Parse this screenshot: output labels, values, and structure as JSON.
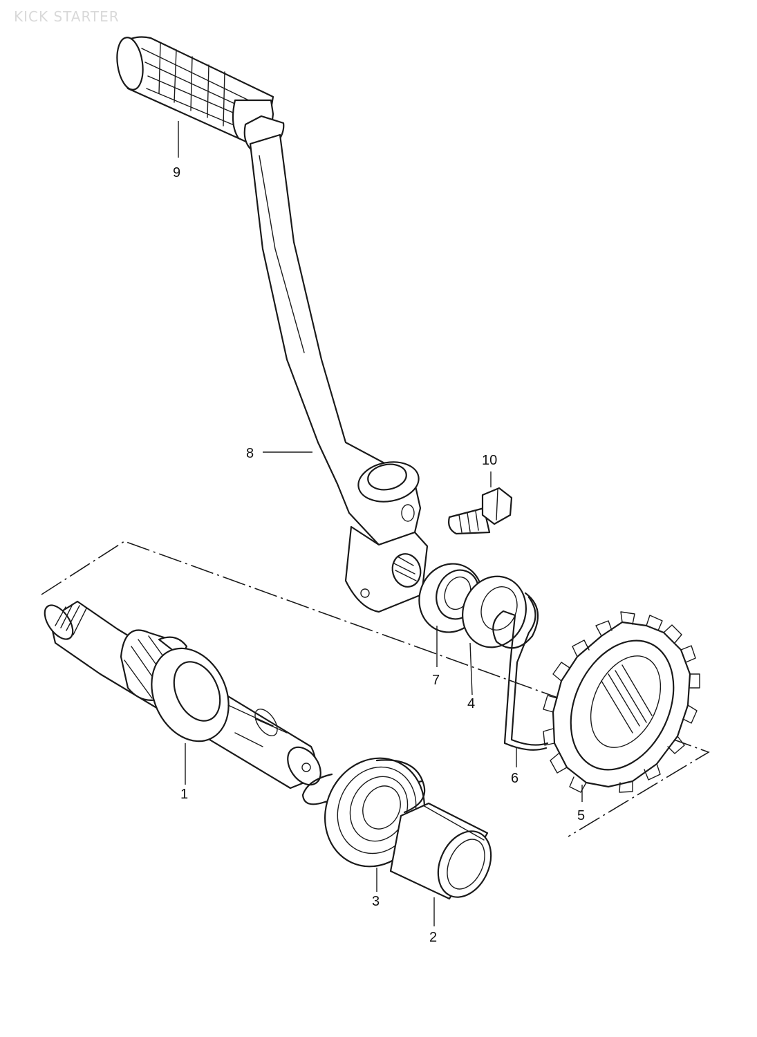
{
  "title": "KICK STARTER",
  "parts": [
    {
      "id": "1",
      "label": "1"
    },
    {
      "id": "2",
      "label": "2"
    },
    {
      "id": "3",
      "label": "3"
    },
    {
      "id": "4",
      "label": "4"
    },
    {
      "id": "5",
      "label": "5"
    },
    {
      "id": "6",
      "label": "6"
    },
    {
      "id": "7",
      "label": "7"
    },
    {
      "id": "8",
      "label": "8"
    },
    {
      "id": "9",
      "label": "9"
    },
    {
      "id": "10",
      "label": "10"
    }
  ],
  "colors": {
    "ink": "#1a1a1a",
    "background": "#ffffff",
    "title": "#d9d9d9"
  }
}
